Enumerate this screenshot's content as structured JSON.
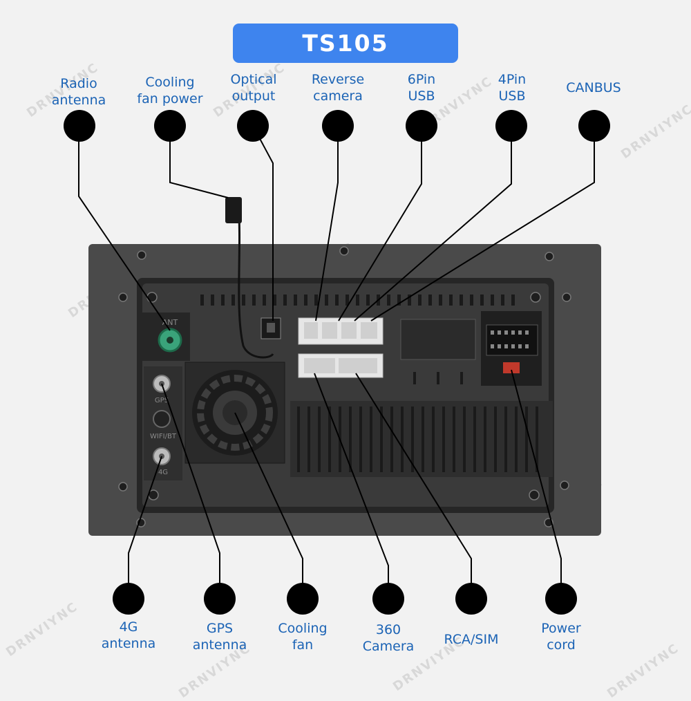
{
  "title": "TS105",
  "watermark": "DRNVIYNC",
  "device_labels": {
    "ant": "ANT",
    "gps": "GPS",
    "wifi_bt": "WIFI/BT",
    "lte": "4G"
  },
  "top_ports": [
    {
      "id": "radio-antenna",
      "label": "Radio\nantenna"
    },
    {
      "id": "cooling-fan-power",
      "label": "Cooling\nfan power"
    },
    {
      "id": "optical-output",
      "label": "Optical\noutput"
    },
    {
      "id": "reverse-camera",
      "label": "Reverse\ncamera"
    },
    {
      "id": "6pin-usb",
      "label": "6Pin\nUSB"
    },
    {
      "id": "4pin-usb",
      "label": "4Pin\nUSB"
    },
    {
      "id": "canbus",
      "label": "CANBUS"
    }
  ],
  "bottom_ports": [
    {
      "id": "4g-antenna",
      "label": "4G\nantenna"
    },
    {
      "id": "gps-antenna",
      "label": "GPS\nantenna"
    },
    {
      "id": "cooling-fan",
      "label": "Cooling\nfan"
    },
    {
      "id": "360-camera",
      "label": "360\nCamera"
    },
    {
      "id": "rca-sim",
      "label": "RCA/SIM"
    },
    {
      "id": "power-cord",
      "label": "Power\ncord"
    }
  ],
  "colors": {
    "accent": "#3e84ee",
    "label_text": "#1b63b5",
    "dot": "#000000"
  }
}
